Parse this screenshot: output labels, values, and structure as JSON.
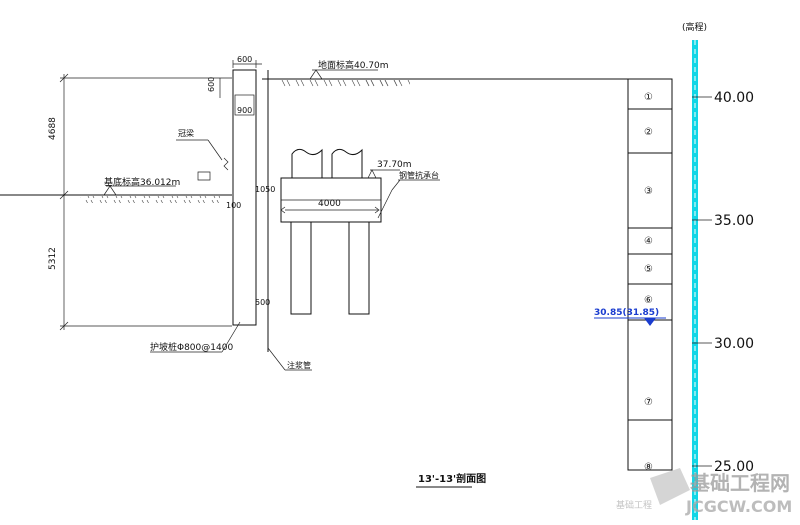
{
  "labels": {
    "ground_level": "地面标高40.70m",
    "mid_level": "基底标高36.012m",
    "platform_level": "37.70m",
    "platform_label": "钢管抗承台",
    "pile_label": "护坡桩Φ800@1400",
    "crown_beam": "冠梁",
    "grout_label": "注浆管",
    "water_level": "30.85(31.85)",
    "section_title": "13'-13'剖面图",
    "elev_header": "(高程)"
  },
  "dims": {
    "d600_top": "600",
    "d600_side": "600",
    "d900": "900",
    "d1050": "1050",
    "d4000": "4000",
    "d4688": "4688",
    "d5312": "5312",
    "d500": "500",
    "d100": "100"
  },
  "elevations": [
    "40.00",
    "35.00",
    "30.00",
    "25.00"
  ],
  "strata": [
    "①",
    "②",
    "③",
    "④",
    "⑤",
    "⑥",
    "⑦",
    "⑧"
  ],
  "watermark": {
    "cn": "基础工程网",
    "en": "JCGCW.COM",
    "small": "基础工程"
  }
}
